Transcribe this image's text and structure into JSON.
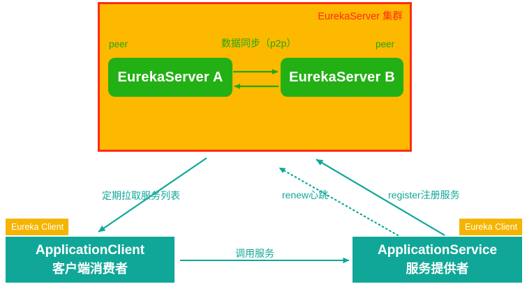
{
  "diagram": {
    "title": "Eureka Server cluster and client registration flow",
    "colors": {
      "cluster_fill": "#FCB900",
      "cluster_border": "#FF2A15",
      "server_fill": "#22B014",
      "app_fill": "#10A798",
      "badge_fill": "#F5B400",
      "arrow_teal": "#10A798",
      "arrow_green": "#1FA80F",
      "title_red": "#FF2A15",
      "label_green": "#1FA80F",
      "white": "#FFFFFF",
      "background": "#FFFFFF"
    },
    "cluster": {
      "title": "EurekaServer 集群",
      "peer_left_label": "peer",
      "peer_right_label": "peer",
      "sync_label": "数据同步（p2p）",
      "servers": [
        {
          "name": "EurekaServer A"
        },
        {
          "name": "EurekaServer B"
        }
      ]
    },
    "applications": [
      {
        "badge": "Eureka Client",
        "title": "ApplicationClient",
        "subtitle": "客户端消费者"
      },
      {
        "badge": "Eureka Client",
        "title": "ApplicationService",
        "subtitle": "服务提供者"
      }
    ],
    "edges": [
      {
        "id": "pull",
        "label": "定期拉取服务列表",
        "style": "solid",
        "from": "cluster",
        "to": "application-client"
      },
      {
        "id": "renew",
        "label": "renew心跳",
        "style": "dotted",
        "from": "application-service",
        "to": "cluster"
      },
      {
        "id": "register",
        "label": "register注册服务",
        "style": "solid",
        "from": "application-service",
        "to": "cluster"
      },
      {
        "id": "invoke",
        "label": "调用服务",
        "style": "solid",
        "from": "application-client",
        "to": "application-service"
      },
      {
        "id": "sync-ab",
        "label": "",
        "style": "solid",
        "from": "EurekaServer A",
        "to": "EurekaServer B"
      },
      {
        "id": "sync-ba",
        "label": "",
        "style": "solid",
        "from": "EurekaServer B",
        "to": "EurekaServer A"
      }
    ]
  }
}
